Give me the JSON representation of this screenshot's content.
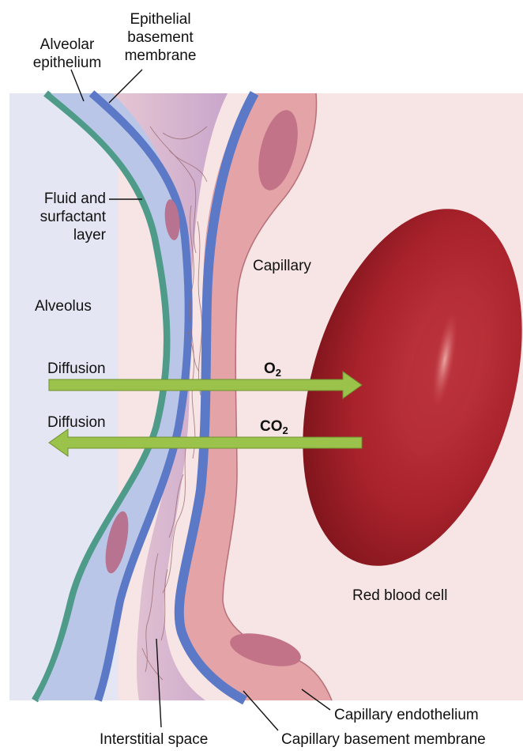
{
  "labels": {
    "alveolar_epithelium": [
      "Alveolar",
      "epithelium"
    ],
    "epithelial_basement_membrane": [
      "Epithelial",
      "basement",
      "membrane"
    ],
    "fluid_surfactant": [
      "Fluid and",
      "surfactant",
      "layer"
    ],
    "alveolus": "Alveolus",
    "capillary": "Capillary",
    "diffusion_in": "Diffusion",
    "diffusion_out": "Diffusion",
    "o2": {
      "base": "O",
      "sub": "2"
    },
    "co2": {
      "base": "CO",
      "sub": "2"
    },
    "red_blood_cell": "Red blood cell",
    "capillary_endothelium": "Capillary endothelium",
    "interstitial_space": "Interstitial space",
    "capillary_basement_membrane": "Capillary basement membrane"
  },
  "colors": {
    "alveolus_bg": "#e4e6f3",
    "capillary_bg": "#f7e4e4",
    "fluid_layer": "#4e9b89",
    "epithelium": "#b9c6e8",
    "basement_membrane": "#5b79c6",
    "interstitium": "#d6b6cf",
    "endothelium": "#e3a3a7",
    "nucleus": "#b87390",
    "red_blood_cell": "#a8222b",
    "arrow": "#9bc24a"
  }
}
